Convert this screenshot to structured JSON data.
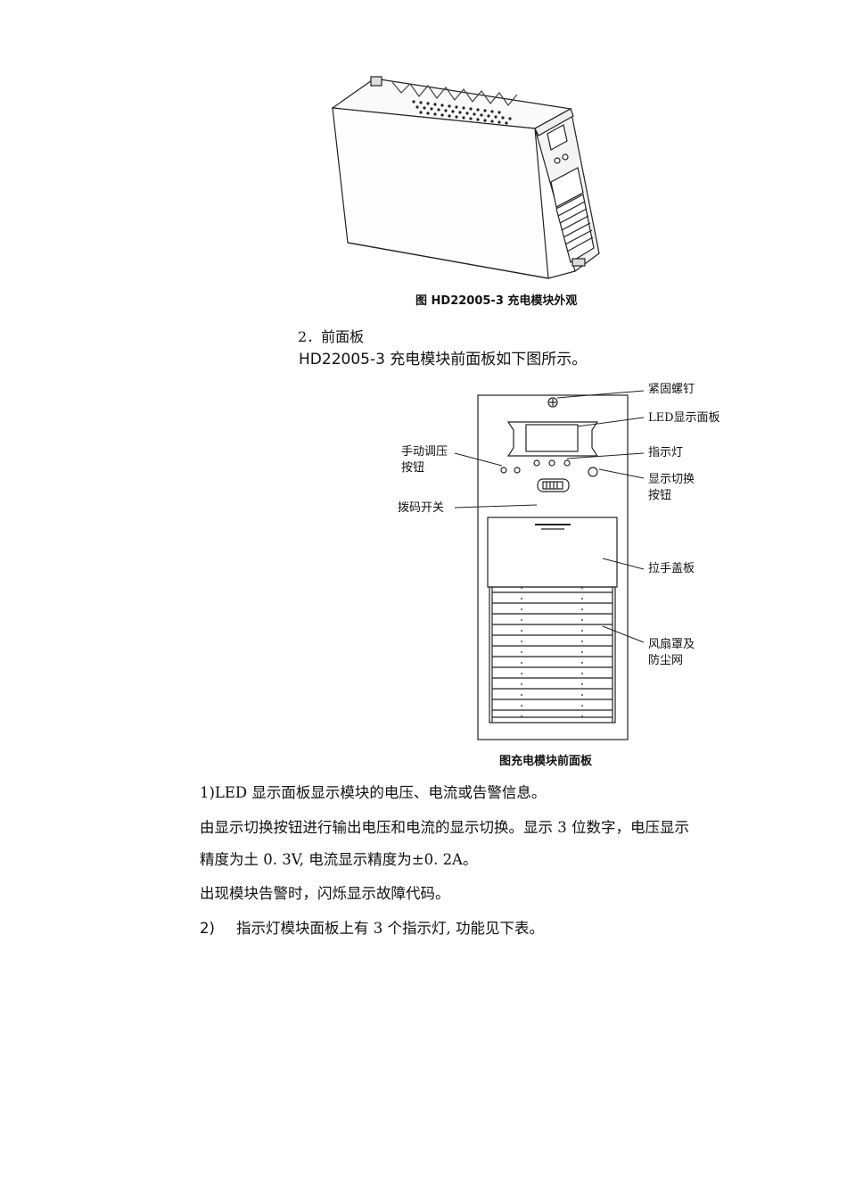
{
  "figure1": {
    "caption": "图 HD22005-3 充电模块外观"
  },
  "section": {
    "heading": "2．前面板",
    "intro": "HD22005-3 充电模块前面板如下图所示。"
  },
  "figure2": {
    "caption": "图充电模块前面板",
    "callouts": {
      "screw": "紧固螺钉",
      "led_panel": "LED显示面板",
      "indicator": "指示灯",
      "display_switch_1": "显示切换",
      "display_switch_2": "按钮",
      "manual_1": "手动调压",
      "manual_2": "按钮",
      "dip_switch": "拨码开关",
      "handle_cover": "拉手盖板",
      "fan_1": "风扇罩及",
      "fan_2": "防尘网"
    }
  },
  "body": {
    "p1": "1)LED 显示面板显示模块的电压、电流或告警信息。",
    "p2_line1": "由显示切换按钮进行输出电压和电流的显示切换。显示 3 位数字，电压显示",
    "p2_line2": "精度为土 0. 3V, 电流显示精度为±0. 2A。",
    "p3": "出现模块告警时，闪烁显示故障代码。",
    "p4_num": "2)",
    "p4_text": "指示灯模块面板上有 3 个指示灯, 功能见下表。"
  }
}
